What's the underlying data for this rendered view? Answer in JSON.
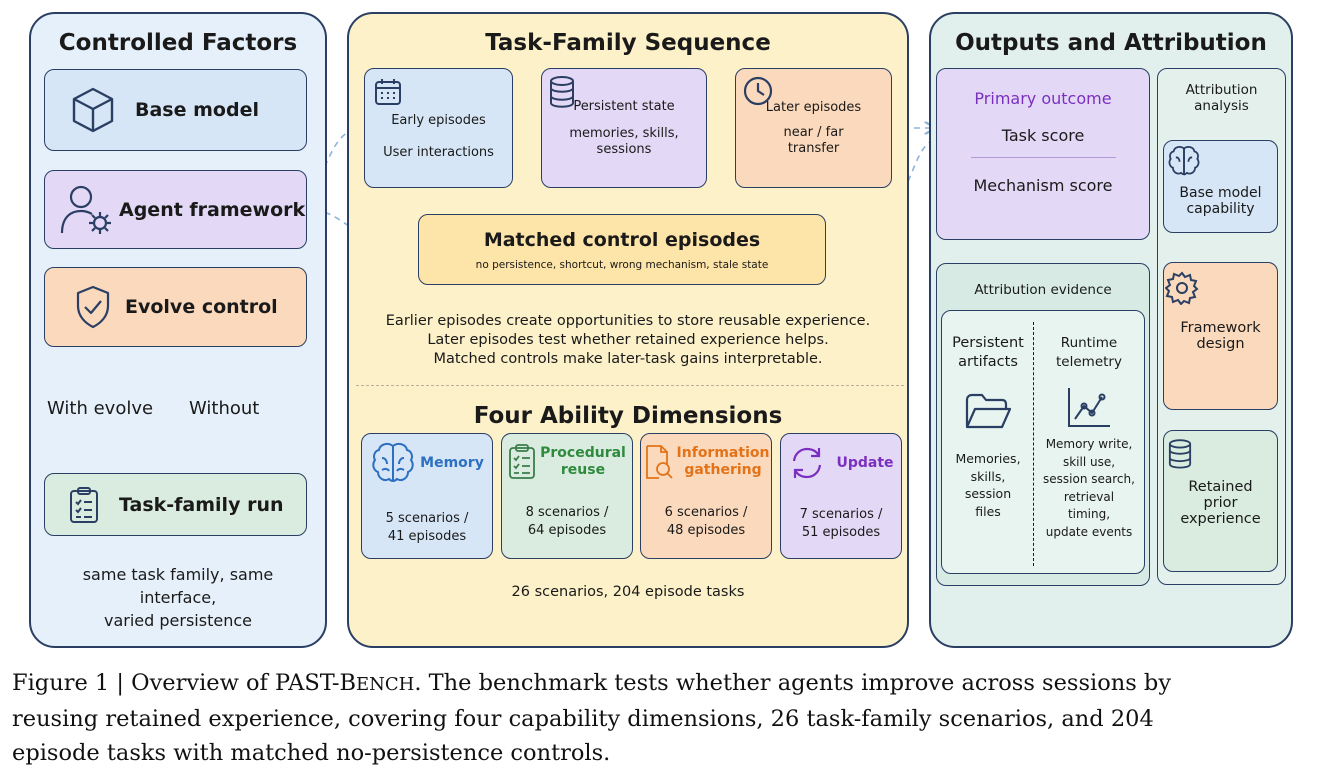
{
  "left": {
    "title": "Controlled Factors",
    "base_model": "Base model",
    "agent_framework": "Agent framework",
    "evolve_control": "Evolve control",
    "with_evolve": "With evolve",
    "without": "Without",
    "task_family_run": "Task-family run",
    "footer_line1": "same task family, same",
    "footer_line2": "interface,",
    "footer_line3": "varied persistence"
  },
  "middle": {
    "title": "Task-Family Sequence",
    "early": {
      "line1": "Early episodes",
      "line2": "User interactions"
    },
    "persistent": {
      "line1": "Persistent state",
      "line2": "memories, skills,",
      "line3": "sessions"
    },
    "later": {
      "line1": "Later episodes",
      "line2": "near / far",
      "line3": "transfer"
    },
    "matched": {
      "title": "Matched control episodes",
      "subtitle": "no persistence, shortcut, wrong mechanism, stale state"
    },
    "desc_line1": "Earlier episodes create opportunities to store reusable experience.",
    "desc_line2": "Later episodes test whether retained experience helps.",
    "desc_line3": "Matched controls make later-task gains interpretable.",
    "ability_title": "Four Ability Dimensions",
    "abilities": [
      {
        "name1": "Memory",
        "name2": "",
        "count1": "5 scenarios /",
        "count2": "41 episodes"
      },
      {
        "name1": "Procedural",
        "name2": "reuse",
        "count1": "8 scenarios /",
        "count2": "64 episodes"
      },
      {
        "name1": "Information",
        "name2": "gathering",
        "count1": "6 scenarios /",
        "count2": "48 episodes"
      },
      {
        "name1": "Update",
        "name2": "",
        "count1": "7 scenarios /",
        "count2": "51 episodes"
      }
    ],
    "footer": "26 scenarios, 204 episode tasks"
  },
  "right": {
    "title": "Outputs and Attribution",
    "primary_outcome": "Primary outcome",
    "task_score": "Task score",
    "mechanism_score": "Mechanism score",
    "evidence_title": "Attribution evidence",
    "persistent_artifacts1": "Persistent",
    "persistent_artifacts2": "artifacts",
    "artifact_items": [
      "Memories,",
      "skills,",
      "session",
      "files"
    ],
    "runtime1": "Runtime",
    "runtime2": "telemetry",
    "telemetry_items": [
      "Memory write,",
      "skill use,",
      "session search,",
      "retrieval",
      "timing,",
      "update events"
    ],
    "analysis1": "Attribution",
    "analysis2": "analysis",
    "base_cap1": "Base model",
    "base_cap2": "capability",
    "framework1": "Framework",
    "framework2": "design",
    "retained1": "Retained",
    "retained2": "prior",
    "retained3": "experience"
  },
  "caption": {
    "prefix": "Figure 1 | Overview of PAST-",
    "bench_B": "B",
    "bench_rest": "ENCH",
    "line1_rest": ". The benchmark tests whether agents improve across sessions by",
    "line2": "reusing retained experience, covering four capability dimensions, 26 task-family scenarios, and 204",
    "line3": "episode tasks with matched no-persistence controls."
  },
  "colors": {
    "blue": "#d6e6f7",
    "purple": "#e3d9f6",
    "orange": "#fbd9bd",
    "green": "#d9ecdf",
    "yellow_panel": "#fcf1c9",
    "teal_panel": "#e1f0ec",
    "navy": "#2a3f63",
    "purple_text": "#7b2fbf"
  }
}
